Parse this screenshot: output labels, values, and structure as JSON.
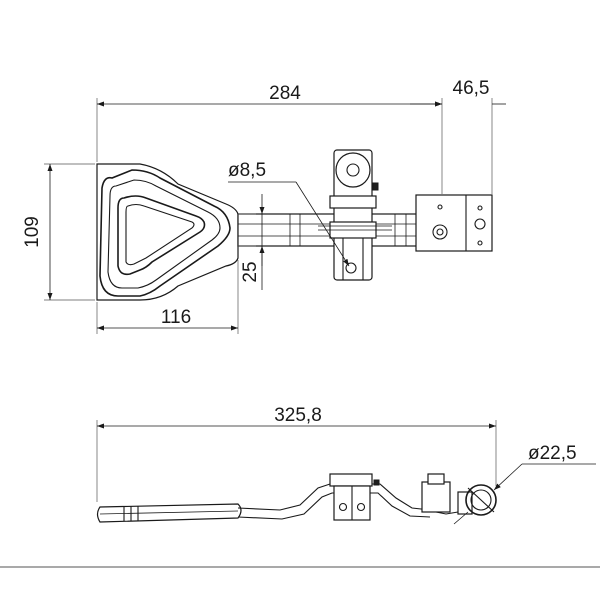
{
  "top_view": {
    "dim_overall_length": "284",
    "dim_hook_width": "46,5",
    "dim_hole_diameter": "ø8,5",
    "dim_handle_height": "109",
    "dim_bar_width": "25",
    "dim_handle_length": "116"
  },
  "side_view": {
    "dim_total_length": "325,8",
    "dim_hook_diameter": "ø22,5"
  }
}
